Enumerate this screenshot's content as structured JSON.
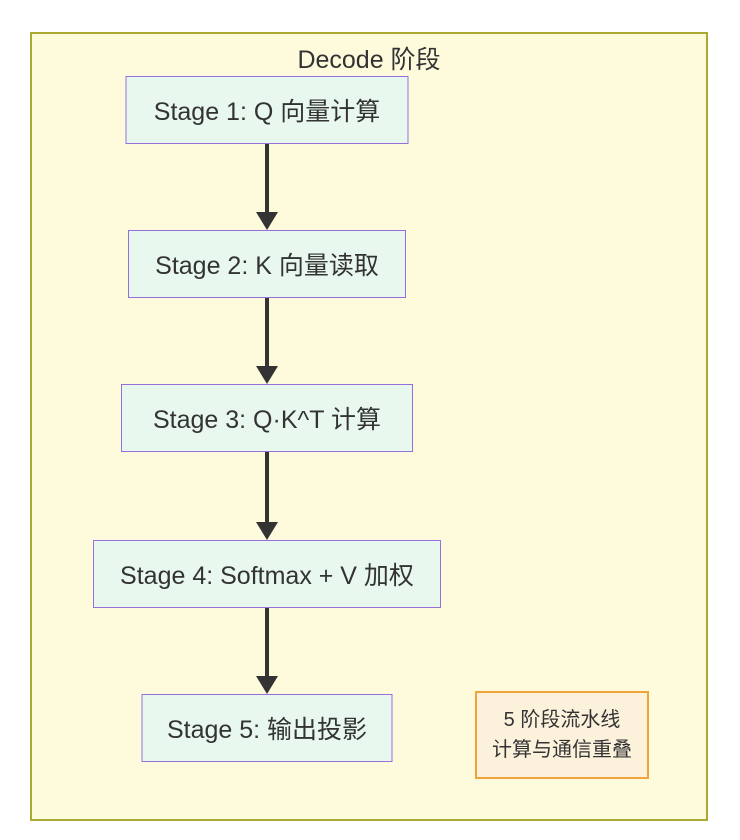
{
  "diagram": {
    "title": "Decode 阶段",
    "stages": [
      "Stage 1: Q 向量计算",
      "Stage 2: K 向量读取",
      "Stage 3: Q·K^T 计算",
      "Stage 4: Softmax + V 加权",
      "Stage 5: 输出投影"
    ],
    "note": {
      "lines": [
        "5 阶段流水线",
        "计算与通信重叠"
      ]
    },
    "colors": {
      "subgraph_fill": "#fdfbdc",
      "subgraph_border": "#aaaa33",
      "stage_fill": "#e9f8ef",
      "stage_border": "#9370DB",
      "note_fill": "#fcf2dc",
      "note_border": "#f0a43c",
      "arrow": "#333333",
      "text": "#333333"
    }
  }
}
